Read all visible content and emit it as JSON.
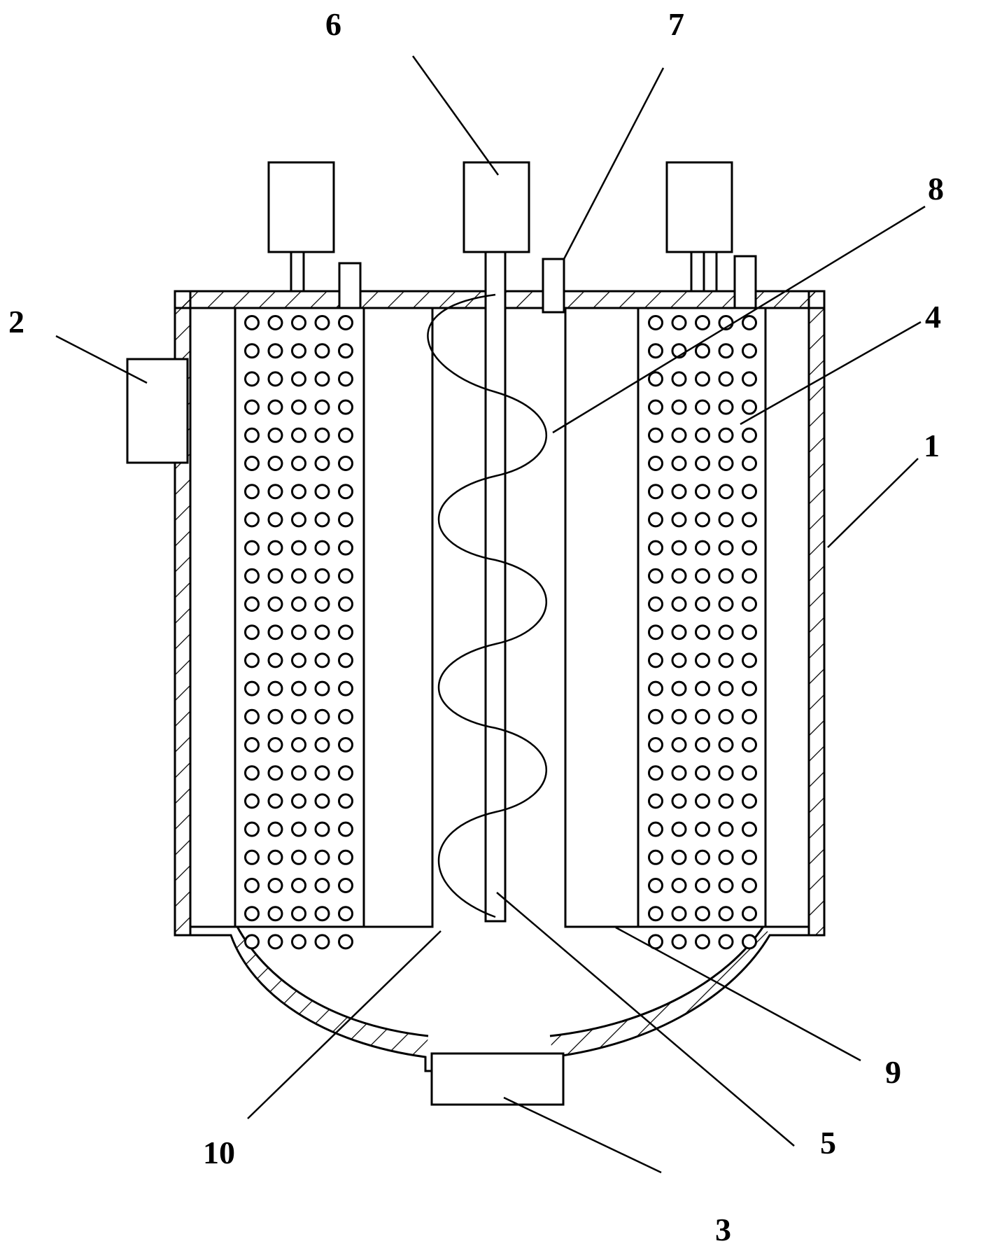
{
  "labels": {
    "l1": "1",
    "l2": "2",
    "l3": "3",
    "l4": "4",
    "l5": "5",
    "l6": "6",
    "l7": "7",
    "l8": "8",
    "l9": "9",
    "l10": "10"
  },
  "colors": {
    "line": "#000000",
    "background": "#ffffff"
  }
}
